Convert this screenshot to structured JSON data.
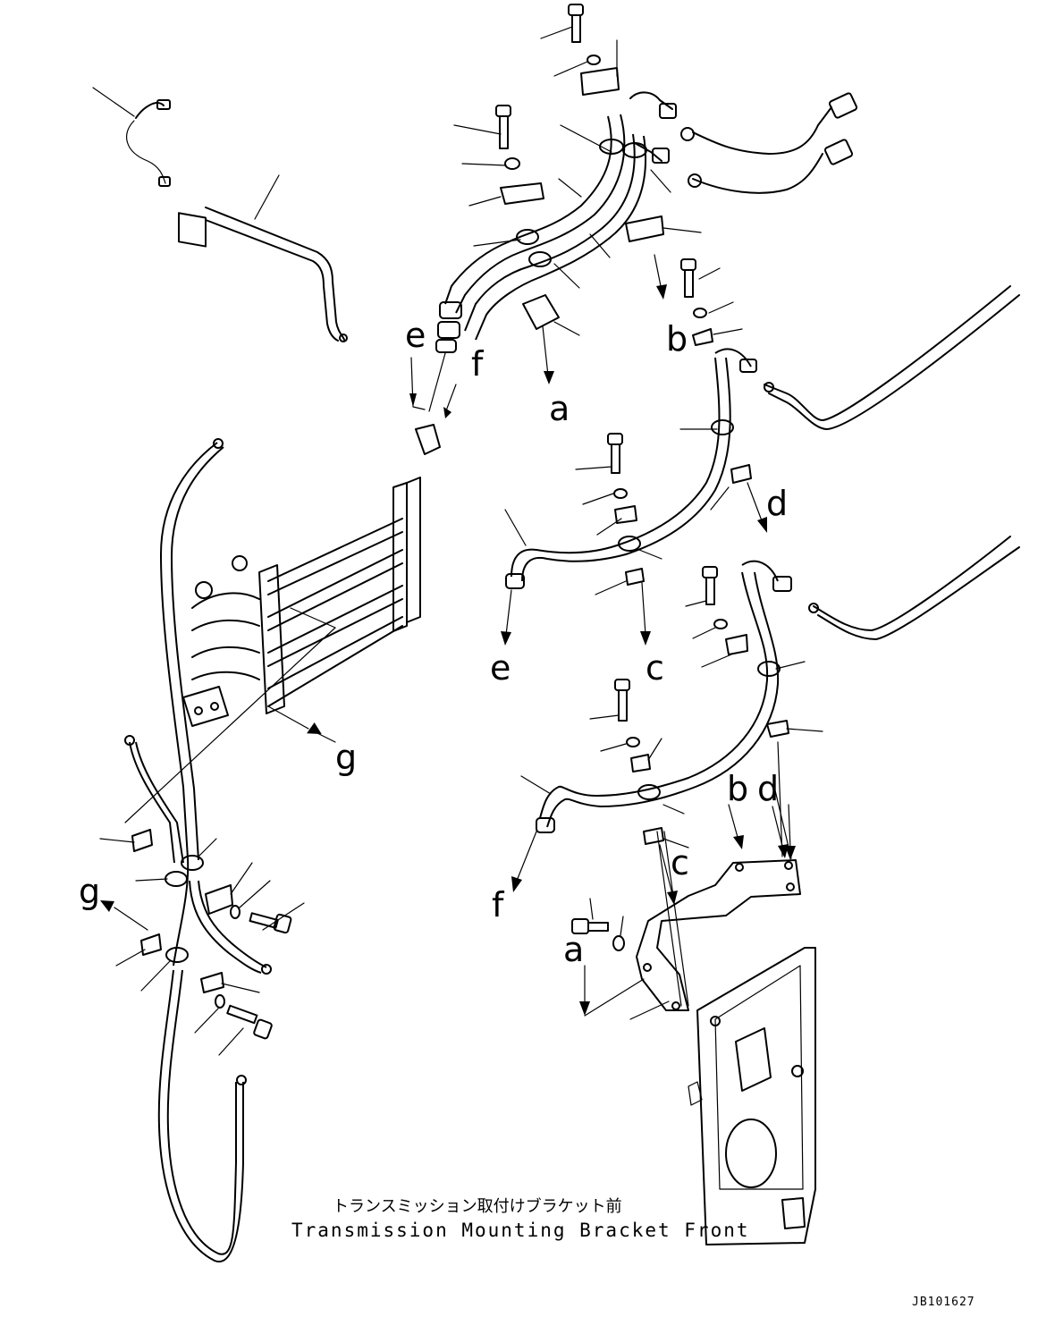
{
  "labels": {
    "a": "a",
    "b": "b",
    "c": "c",
    "d": "d",
    "e": "e",
    "f": "f",
    "g": "g"
  },
  "caption": {
    "japanese": "トランスミッション取付けブラケット前",
    "english": "Transmission Mounting Bracket Front"
  },
  "drawing_code": "JB101627",
  "colors": {
    "line": "#000000",
    "background": "#ffffff"
  }
}
